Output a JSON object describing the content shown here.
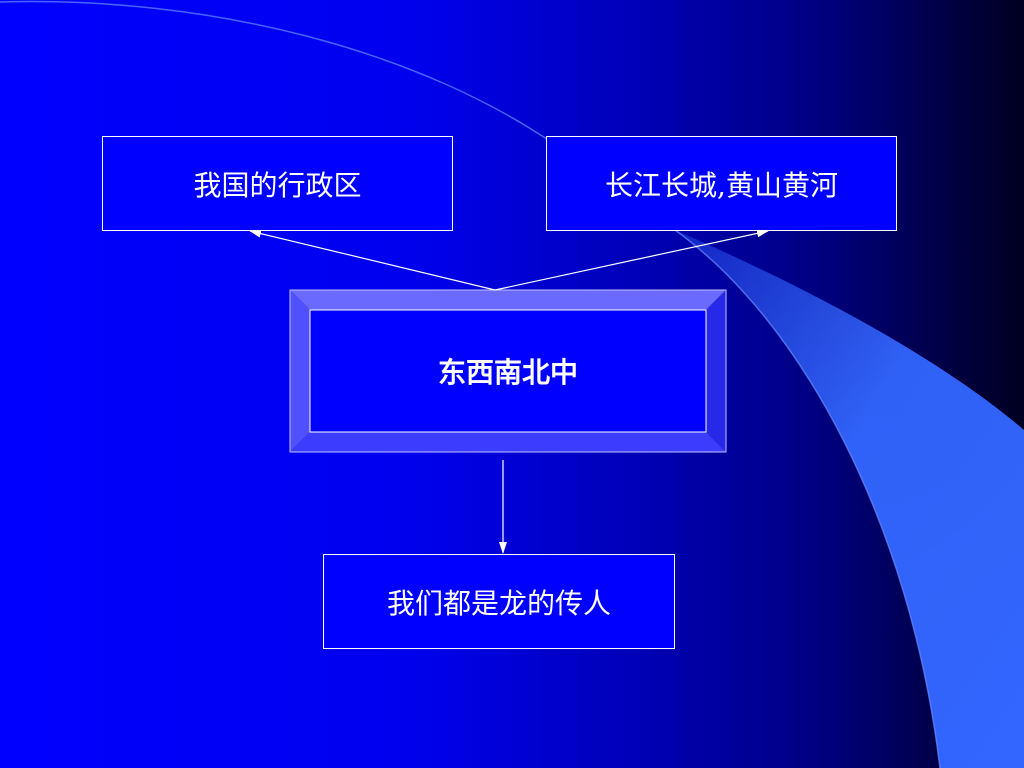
{
  "diagram": {
    "nodes": {
      "center": "东西南北中",
      "left": "我国的行政区",
      "right": "长江长城,黄山黄河",
      "bottom": "我们都是龙的传人"
    },
    "edges": [
      {
        "from": "center",
        "to": "left"
      },
      {
        "from": "center",
        "to": "right"
      },
      {
        "from": "center",
        "to": "bottom"
      }
    ]
  },
  "colors": {
    "background_left": "#0000ff",
    "background_right": "#000020",
    "box_fill": "#0000ff",
    "bevel_light": "#6a6aff",
    "bevel_mid": "#3c3cff",
    "bevel_dark": "#0000aa",
    "decor_swoosh": "#3366ff",
    "line": "#ffffff"
  }
}
